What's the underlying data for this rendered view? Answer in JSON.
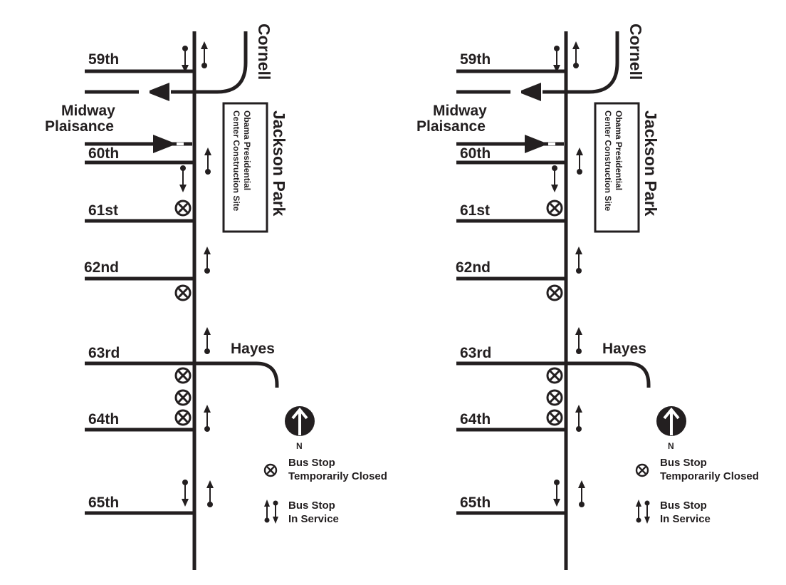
{
  "colors": {
    "ink": "#231f20",
    "background": "#ffffff"
  },
  "streets": {
    "s59": "59th",
    "midway1": "Midway",
    "midway2": "Plaisance",
    "s60": "60th",
    "s61": "61st",
    "s62": "62nd",
    "s63": "63rd",
    "s64": "64th",
    "s65": "65th",
    "cornell": "Cornell",
    "jackson": "Jackson Park",
    "hayes": "Hayes"
  },
  "site": {
    "line1": "Obama Presidential",
    "line2": "Center Construction Site"
  },
  "compass": {
    "label": "N",
    "icon": "north-arrow-icon"
  },
  "legend": {
    "closed_line1": "Bus Stop",
    "closed_line2": "Temporarily Closed",
    "closed_icon": "closed-stop-icon",
    "service_line1": "Bus Stop",
    "service_line2": "In Service",
    "service_icon": "bus-stop-in-service-icon"
  }
}
